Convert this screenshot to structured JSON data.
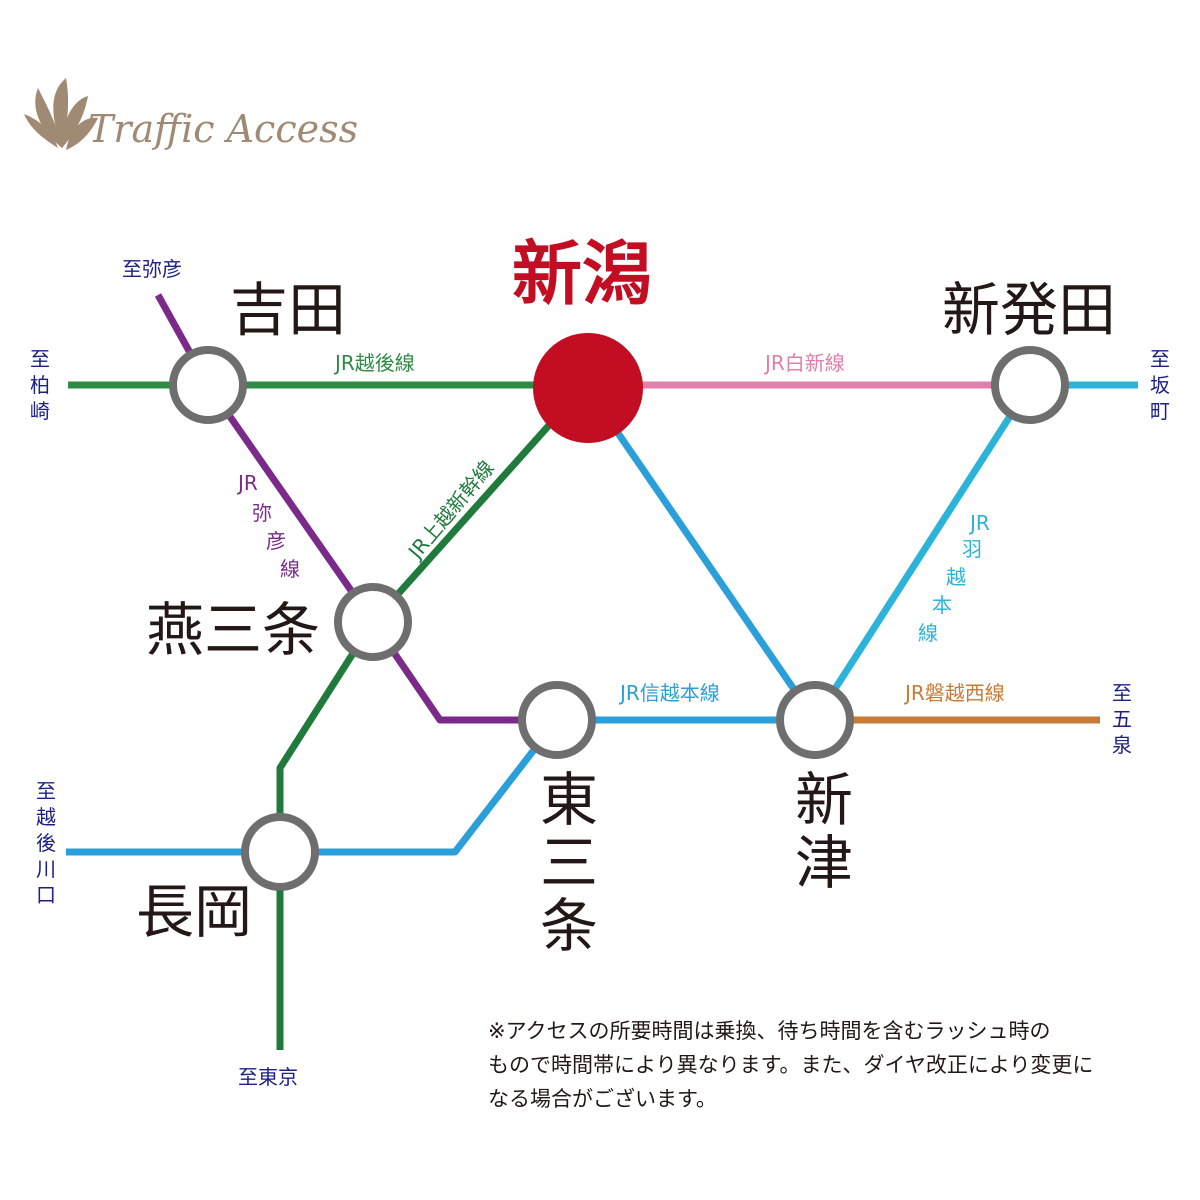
{
  "title": "Traffic Access",
  "colors": {
    "main_station": "#c30d23",
    "station_ring": "#6e6e6e",
    "direction_text": "#1d2088",
    "title": "#a08a73",
    "joetsu_shinkansen": "#1f7a3c",
    "echigo": "#2e8b43",
    "yahiko": "#7b2a8a",
    "hakushin": "#e080aa",
    "uetsu": "#2bb3d9",
    "shinetsu": "#2a9fd9",
    "banetsu": "#c77b36"
  },
  "stations": {
    "niigata": "新潟",
    "yoshida": "吉田",
    "shibata": "新発田",
    "tsubamesanjo": "燕三条",
    "higashisanjo_1": "東",
    "higashisanjo_2": "三",
    "higashisanjo_3": "条",
    "niitsu_1": "新",
    "niitsu_2": "津",
    "nagaoka": "長岡"
  },
  "lines": {
    "echigo": "JR越後線",
    "hakushin": "JR白新線",
    "joetsu_shinkansen": "JR上越新幹線",
    "yahiko_1": "JR",
    "yahiko_2": "弥",
    "yahiko_3": "彦",
    "yahiko_4": "線",
    "uetsu_1": "JR",
    "uetsu_2": "羽",
    "uetsu_3": "越",
    "uetsu_4": "本",
    "uetsu_5": "線",
    "shinetsu": "JR信越本線",
    "banetsu": "JR磐越西線"
  },
  "directions": {
    "yahiko": "至弥彦",
    "kashiwazaki_1": "至",
    "kashiwazaki_2": "柏",
    "kashiwazaki_3": "崎",
    "sakamachi_1": "至",
    "sakamachi_2": "坂",
    "sakamachi_3": "町",
    "goizumi_1": "至",
    "goizumi_2": "五",
    "goizumi_3": "泉",
    "echigokawaguchi_1": "至",
    "echigokawaguchi_2": "越",
    "echigokawaguchi_3": "後",
    "echigokawaguchi_4": "川",
    "echigokawaguchi_5": "口",
    "tokyo": "至東京"
  },
  "note": {
    "line1": "※アクセスの所要時間は乗換、待ち時間を含むラッシュ時の",
    "line2": "もので時間帯により異なります。また、ダイヤ改正により変更に",
    "line3": "なる場合がございます。"
  }
}
